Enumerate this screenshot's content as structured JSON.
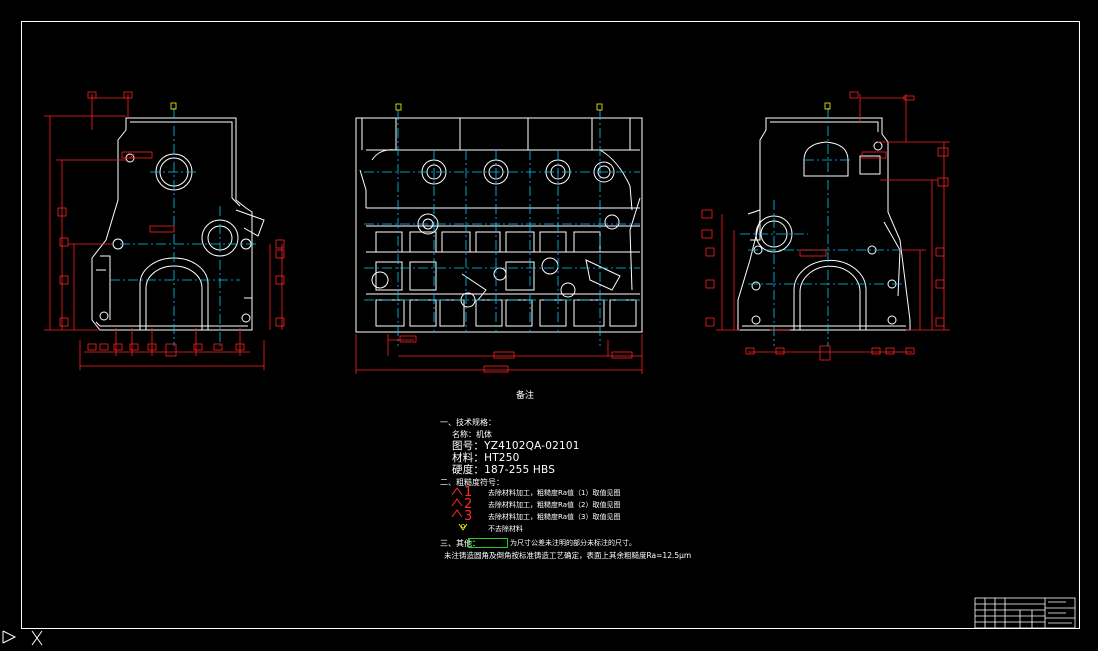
{
  "colors": {
    "background": "#000000",
    "geometry": "#ffffff",
    "centerline": "#00c8ff",
    "dimension": "#ff2020",
    "tag": "#ffff00",
    "box": "#1bd11b"
  },
  "notes": {
    "heading": "备注",
    "s1_title": "一、技术规格：",
    "s1_name": "名称：机体",
    "s1_drawing_no": "图号：YZ4102QA-02101",
    "s1_material": "材料：HT250",
    "s1_hardness": "硬度：187-255 HBS",
    "s2_title": "二、粗糙度符号：",
    "finish_1": "1",
    "finish_2": "2",
    "finish_3": "3",
    "finish_1_text": "去除材料加工，粗糙度Ra值（1）取值见图",
    "finish_2_text": "去除材料加工，粗糙度Ra值（2）取值见图",
    "finish_3_text": "去除材料加工，粗糙度Ra值（3）取值见图",
    "finish_4_text": "不去除材料",
    "s3_title": "三、其他：",
    "s3_text": "为尺寸公差未注明的部分未标注的尺寸。",
    "s3_text2": "未注铸造圆角及倒角按标准铸造工艺确定，表面上其余粗糙度Ra=12.5μm"
  },
  "icons": {
    "ucs": "ucs-axis-icon"
  }
}
